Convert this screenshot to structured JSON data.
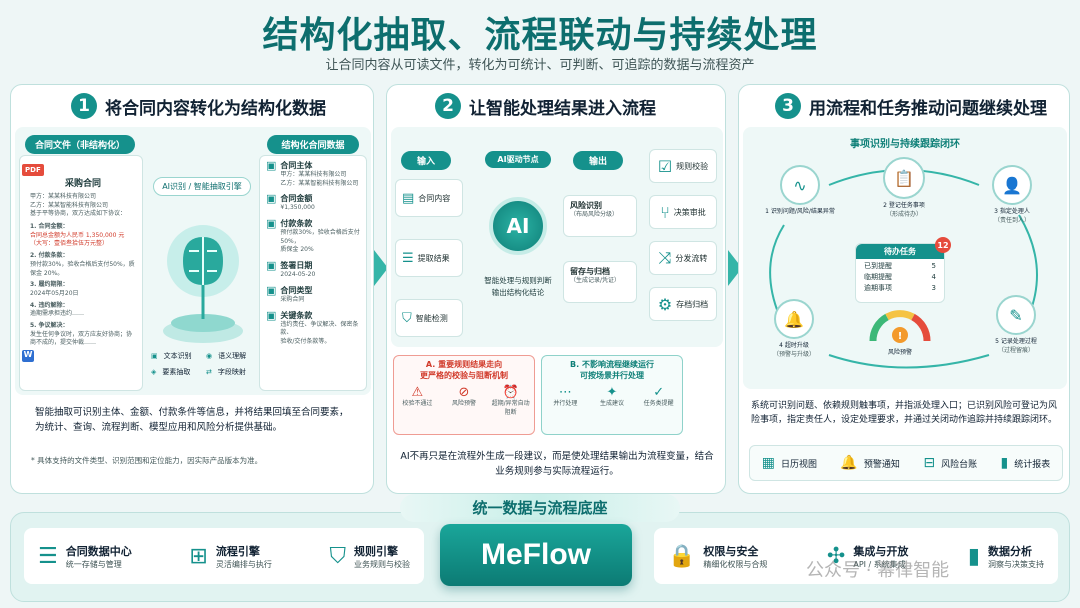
{
  "header": {
    "title": "结构化抽取、流程联动与持续处理",
    "subtitle": "让合同内容从可读文件，转化为可统计、可判断、可追踪的数据与流程资产"
  },
  "panel1": {
    "num": "1",
    "title": "将合同内容转化为结构化数据",
    "doc_tag": "合同文件（非结构化）",
    "pdf": "PDF",
    "doc_title": "采购合同",
    "party_a": "甲方：某某科技有限公司",
    "party_b": "乙方：某某智能科技有限公司",
    "doc_intro": "基于平等协商，双方达成如下协议：",
    "s1": "1. 合同金额：",
    "s1_val": "合同总金额为人民币 1,350,000 元",
    "s1_val2": "（大写：壹佰叁拾伍万元整）",
    "s2": "2. 付款条款：",
    "s2_val": "预付款30%，验收合格后支付50%，质保金 20%。",
    "s3": "3. 履约期限：",
    "s3_val": "2024年05月20日",
    "s4": "4. 违约解除：",
    "s4_val": "逾期需承担违约……",
    "s5": "5. 争议解决：",
    "s5_val": "发生任何争议时，双方应友好协商；协商不成的，提交仲裁……",
    "engine_tag": "AI识别 / 智能抽取引擎",
    "engine_feats": [
      "文本识别",
      "语义理解",
      "要素抽取",
      "字段映射"
    ],
    "struct_tag": "结构化合同数据",
    "fields": [
      {
        "label": "合同主体",
        "v1": "甲方：某某科技有限公司",
        "v2": "乙方：某某智能科技有限公司"
      },
      {
        "label": "合同金额",
        "v1": "¥1,350,000",
        "v2": ""
      },
      {
        "label": "付款条款",
        "v1": "预付款30%，验收合格后支付50%，",
        "v2": "质保金 20%"
      },
      {
        "label": "签署日期",
        "v1": "2024-05-20",
        "v2": ""
      },
      {
        "label": "合同类型",
        "v1": "采购合同",
        "v2": ""
      },
      {
        "label": "关键条款",
        "v1": "违约责任、争议解决、保密条款、",
        "v2": "验收/交付条款等。"
      }
    ],
    "desc": "智能抽取可识别主体、金额、付款条件等信息，并将结果回填至合同要素，为统计、查询、流程判断、模型应用和风险分析提供基础。",
    "note": "* 具体支持的文件类型、识别范围和定位能力，因实际产品版本为准。"
  },
  "panel2": {
    "num": "2",
    "title": "让智能处理结果进入流程",
    "input_tag": "输入",
    "node_tag": "AI驱动节点",
    "output_tag": "输出",
    "inputs": [
      "合同内容",
      "提取结果",
      "智能检测"
    ],
    "ai": "AI",
    "ai_desc1": "智能处理与规则判断",
    "ai_desc2": "输出结构化结论",
    "outputs": [
      {
        "label": "风险识别",
        "sub": "（布局风险分级）"
      },
      {
        "label": "留存与归档",
        "sub": "（生成记录/凭证）"
      }
    ],
    "flows": [
      "规则校验",
      "决策审批",
      "分发流转",
      "存档归档"
    ],
    "a_title1": "A. 重要规则结果走向",
    "a_title2": "更严格的校验与阻断机制",
    "a_items": [
      "校验不通过",
      "风险预警",
      "超期/异常自动阻断"
    ],
    "b_title1": "B. 不影响流程继续运行",
    "b_title2": "可按场景并行处理",
    "b_items": [
      "并行处理",
      "生成建议",
      "任务类提醒"
    ],
    "desc": "AI不再只是在流程外生成一段建议，而是使处理结果输出为流程变量，结合业务规则参与实际流程运行。"
  },
  "panel3": {
    "num": "3",
    "title": "用流程和任务推动问题继续处理",
    "loop_title": "事项识别与持续跟踪闭环",
    "steps": [
      {
        "label": "1 识别问题/风险/结果异常"
      },
      {
        "label": "2 登记任务事项",
        "sub": "（形成待办）"
      },
      {
        "label": "3 指定处理人",
        "sub": "（责任到人）"
      },
      {
        "label": "4 超时升级",
        "sub": "（预警与升级）"
      },
      {
        "label": "5 记录处理过程",
        "sub": "（过程留痕）"
      }
    ],
    "todo_title": "待办任务",
    "todo_badge": "12",
    "todo_rows": [
      {
        "k": "已到提醒",
        "v": "5"
      },
      {
        "k": "临期提醒",
        "v": "4"
      },
      {
        "k": "逾期事项",
        "v": "3"
      }
    ],
    "gauge_label": "风险预警",
    "desc": "系统可识别问题、依赖规则触事项，并指派处理入口；已识别风险可登记为风险事项，指定责任人，设定处理要求，并通过关闭动作追踪并持续跟踪闭环。",
    "feats": [
      "日历视图",
      "预警通知",
      "风险台账",
      "统计报表"
    ]
  },
  "footer": {
    "banner": "统一数据与流程底座",
    "brand": "MeFlow",
    "left": [
      {
        "title": "合同数据中心",
        "sub": "统一存储与管理"
      },
      {
        "title": "流程引擎",
        "sub": "灵活编排与执行"
      },
      {
        "title": "规则引擎",
        "sub": "业务规则与校验"
      }
    ],
    "right": [
      {
        "title": "权限与安全",
        "sub": "精细化权限与合规"
      },
      {
        "title": "集成与开放",
        "sub": "API / 系统集成"
      },
      {
        "title": "数据分析",
        "sub": "洞察与决策支持"
      }
    ],
    "watermark": "公众号 · 幂律智能"
  }
}
